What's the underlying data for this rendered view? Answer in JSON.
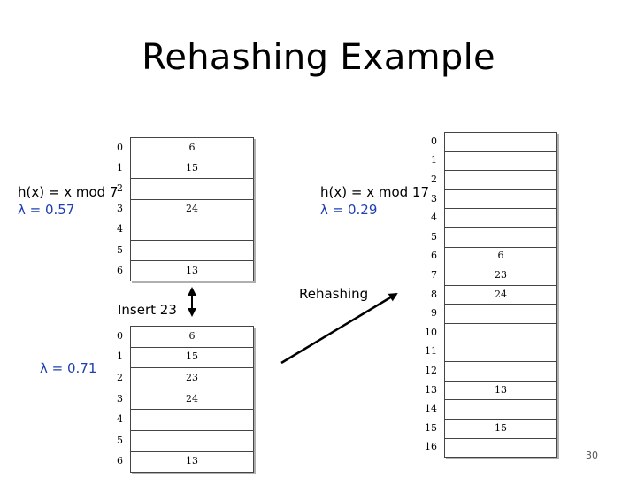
{
  "slide": {
    "title": "Rehashing Example",
    "page_number": "30"
  },
  "table_a": {
    "hash": "h(x) = x mod 7",
    "lambda": "λ = 0.57",
    "rows": [
      {
        "index": "0",
        "value": "6"
      },
      {
        "index": "1",
        "value": "15"
      },
      {
        "index": "2",
        "value": ""
      },
      {
        "index": "3",
        "value": "24"
      },
      {
        "index": "4",
        "value": ""
      },
      {
        "index": "5",
        "value": ""
      },
      {
        "index": "6",
        "value": "13"
      }
    ]
  },
  "insert_label": "Insert 23",
  "table_b": {
    "lambda": "λ = 0.71",
    "rows": [
      {
        "index": "0",
        "value": "6"
      },
      {
        "index": "1",
        "value": "15"
      },
      {
        "index": "2",
        "value": "23"
      },
      {
        "index": "3",
        "value": "24"
      },
      {
        "index": "4",
        "value": ""
      },
      {
        "index": "5",
        "value": ""
      },
      {
        "index": "6",
        "value": "13"
      }
    ]
  },
  "rehashing_label": "Rehashing",
  "table_c": {
    "hash": "h(x) = x mod 17",
    "lambda": "λ = 0.29",
    "rows": [
      {
        "index": "0",
        "value": ""
      },
      {
        "index": "1",
        "value": ""
      },
      {
        "index": "2",
        "value": ""
      },
      {
        "index": "3",
        "value": ""
      },
      {
        "index": "4",
        "value": ""
      },
      {
        "index": "5",
        "value": ""
      },
      {
        "index": "6",
        "value": "6"
      },
      {
        "index": "7",
        "value": "23"
      },
      {
        "index": "8",
        "value": "24"
      },
      {
        "index": "9",
        "value": ""
      },
      {
        "index": "10",
        "value": ""
      },
      {
        "index": "11",
        "value": ""
      },
      {
        "index": "12",
        "value": ""
      },
      {
        "index": "13",
        "value": "13"
      },
      {
        "index": "14",
        "value": ""
      },
      {
        "index": "15",
        "value": "15"
      },
      {
        "index": "16",
        "value": ""
      }
    ]
  }
}
